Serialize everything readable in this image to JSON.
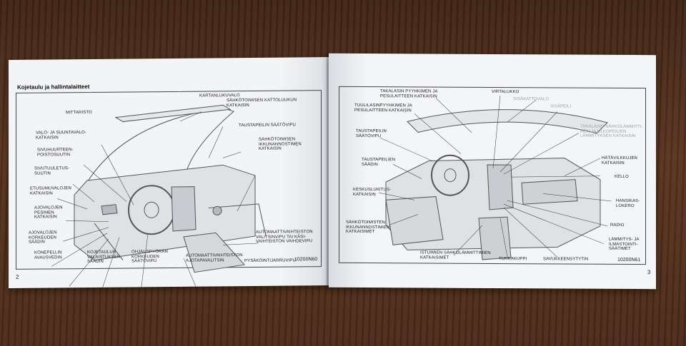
{
  "left_page": {
    "title": "Kojetaulu ja hallintalaitteet",
    "page_number": "2",
    "figure_code": "10200N60",
    "labels": {
      "kartanlukuvalo": "KARTANLUKUVALO",
      "kattoluukku": "SÄHKÖTOIMISEN KATTOLUUKUN\nKATKAISIN",
      "mittaristo": "MITTARISTO",
      "taustapeili_saato": "TAUSTAPEILIN SÄÄTÖVIPU",
      "valo_suuntavalo": "VALO- JA SUUNTAVALO-\nKATKAISIN",
      "ikkunannostimet": "SÄHKÖTOIMISEN\nIKKUNANNOSTIMEN\nKATKAISIN",
      "sivuhuurteen": "SIVUHUURTEEN-\nPOISTOSUUTIN",
      "sivutuuletus": "SIVUTUULETUS-\nSUUTIN",
      "etusumuvalojen": "ETUSUMUVALOJEN\nKATKAISIN",
      "ajovalojen_pesimen": "AJOVALOJEN\nPESIMEN\nKATKAISIN",
      "ajovalojen_korkeuden": "AJOVALOJEN\nKORKEUDEN\nSÄÄDIN",
      "konepellin": "KONEPELLIN\nAVAUSVEDIN",
      "kojetaulun": "KOJETAULUN\nVALAISTUKSEN\nSÄÄDIN",
      "ohjauspyoran": "OHJAUSPYÖRÄN\nKORKEUDEN\nSÄÄTÖVIPU",
      "ajotapavalitsin": "AUTOMAATTIVAIHTEISTON\nAJOTAPAVALITSIN",
      "valitsinvipu": "AUTOMAATTIVAIHTEISTON\nVALITSINVIPU TAI KÄSI-\nVAIHTEISTON VAIHDEVIPU",
      "pysakointijarru": "PYSÄKÖINTIJARRUVIPU"
    }
  },
  "right_page": {
    "page_number": "3",
    "figure_code": "10200N61",
    "labels": {
      "takalasin_pyyhkimen": "TAKALASIN PYYHKIMEN JA\nPESULAITTEEN KATKAISIN",
      "virtalukko": "VIRTALUKKO",
      "tuulilasin": "TUULILASINPYYHKIMEN JA\nPESULAITTEEN KATKAISIN",
      "sisakattovalo": "SISÄKATTOVALO",
      "sisapeili": "SISÄPEILI",
      "taustapeilin_saatovipu": "TAUSTAPEILIN\nSÄÄTÖVIPU",
      "takalasin_lammitin": "TAKALASIN SÄHKÖLÄMMITTI-\nMEN JA ULKOPEILIEN\nLÄMMITYKSEN KATKAISIN",
      "taustapeilien_saadin": "TAUSTAPEILIEN\nSÄÄDIN",
      "hatavilkkujen": "HÄTÄVILKKUJEN\nKATKAISIN",
      "kello": "KELLO",
      "keskuslukitus": "KESKUSLUKITUS-\nKATKAISIN",
      "hansikaslokero": "HANSIKAS-\nLOKERO",
      "ikkunannostimien": "SÄHKÖTOIMISTEN\nIKKUNANNOSTIMIEN\nKATKAISIMET",
      "radio": "RADIO",
      "lammitys": "LÄMMITYS- JA\nILMASTOINTI-\nSÄÄTIMET",
      "istuimien": "ISTUIMIEN SÄHKÖLÄMMITTIMIEN\nKATKAISIMET",
      "tuhkakuppi": "TUHKAKUPPI",
      "savukkeensytytin": "SAVUKKEENSYTYTIN"
    }
  }
}
